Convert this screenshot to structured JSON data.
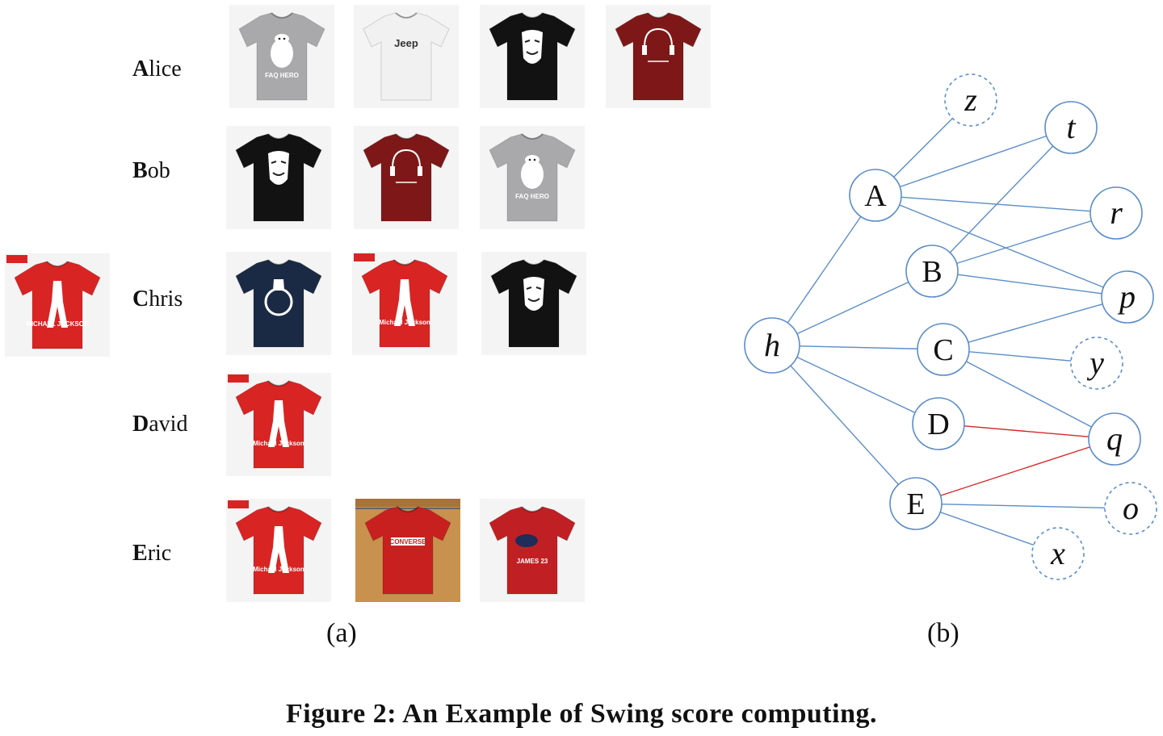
{
  "users": [
    {
      "name": "Alice"
    },
    {
      "name": "Bob"
    },
    {
      "name": "Chris"
    },
    {
      "name": "David"
    },
    {
      "name": "Eric"
    }
  ],
  "shirts": {
    "t1": {
      "color": "#a9a9ab",
      "print": "FAQ HERO",
      "kind": "baymax"
    },
    "t2": {
      "color": "#f1f1f1",
      "print": "Jeep",
      "kind": "jeep"
    },
    "t3": {
      "color": "#121212",
      "print": "",
      "kind": "mask"
    },
    "t4": {
      "color": "#7e1818",
      "print": "",
      "kind": "headphone"
    },
    "t5": {
      "color": "#1b2a44",
      "print": "",
      "kind": "captain"
    },
    "t6": {
      "color": "#d92424",
      "print": "Michael Jackson",
      "kind": "mj"
    },
    "t7": {
      "color": "#c8201f",
      "print": "CONVERSE",
      "kind": "converse"
    },
    "t8": {
      "color": "#c02024",
      "print": "JAMES 23",
      "kind": "cavs"
    },
    "target": {
      "color": "#d92424",
      "print": "MICHAEL JACKSON",
      "kind": "mjtarget"
    }
  },
  "graph": {
    "nodes": [
      {
        "id": "h",
        "label": "h",
        "italic": true,
        "dashed": false
      },
      {
        "id": "A",
        "label": "A",
        "italic": false,
        "dashed": false
      },
      {
        "id": "B",
        "label": "B",
        "italic": false,
        "dashed": false
      },
      {
        "id": "C",
        "label": "C",
        "italic": false,
        "dashed": false
      },
      {
        "id": "D",
        "label": "D",
        "italic": false,
        "dashed": false
      },
      {
        "id": "E",
        "label": "E",
        "italic": false,
        "dashed": false
      },
      {
        "id": "z",
        "label": "z",
        "italic": true,
        "dashed": true
      },
      {
        "id": "t",
        "label": "t",
        "italic": true,
        "dashed": false
      },
      {
        "id": "r",
        "label": "r",
        "italic": true,
        "dashed": false
      },
      {
        "id": "p",
        "label": "p",
        "italic": true,
        "dashed": false
      },
      {
        "id": "y",
        "label": "y",
        "italic": true,
        "dashed": true
      },
      {
        "id": "q",
        "label": "q",
        "italic": true,
        "dashed": false
      },
      {
        "id": "o",
        "label": "o",
        "italic": true,
        "dashed": true
      },
      {
        "id": "x",
        "label": "x",
        "italic": true,
        "dashed": true
      }
    ],
    "edges": [
      [
        "h",
        "A"
      ],
      [
        "h",
        "B"
      ],
      [
        "h",
        "C"
      ],
      [
        "h",
        "D"
      ],
      [
        "h",
        "E"
      ],
      [
        "A",
        "z"
      ],
      [
        "A",
        "t"
      ],
      [
        "A",
        "r"
      ],
      [
        "A",
        "p"
      ],
      [
        "B",
        "t"
      ],
      [
        "B",
        "r"
      ],
      [
        "B",
        "p"
      ],
      [
        "C",
        "p"
      ],
      [
        "C",
        "y"
      ],
      [
        "C",
        "q"
      ],
      [
        "D",
        "q",
        "red"
      ],
      [
        "E",
        "q",
        "red"
      ],
      [
        "E",
        "o"
      ],
      [
        "E",
        "x"
      ]
    ],
    "line_color": "#5b8dc8",
    "highlight_color": "#d42a2a"
  },
  "labels": {
    "a": "(a)",
    "b": "(b)"
  },
  "caption": "Figure 2: An Example of Swing score computing."
}
